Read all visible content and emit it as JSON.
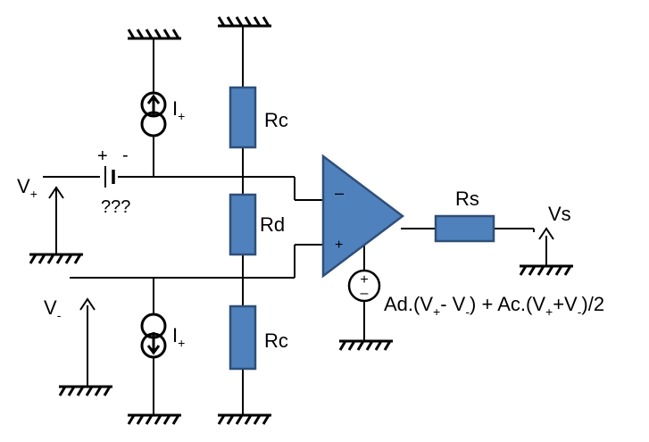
{
  "components": {
    "rc_top": "Rc",
    "rd": "Rd",
    "rc_bottom": "Rc",
    "rs": "Rs",
    "i_top_main": "I",
    "i_top_sub": "+",
    "i_bottom_main": "I",
    "i_bottom_sub": "+",
    "battery_plus": "+",
    "battery_minus": "-",
    "battery_unknown": "???"
  },
  "signals": {
    "vplus_main": "V",
    "vplus_sub": "+",
    "vminus_main": "V",
    "vminus_sub": "-",
    "vs": "Vs"
  },
  "opamp": {
    "inv_sign": "–",
    "noninv_sign": "+"
  },
  "source": {
    "plus": "+",
    "minus": "–"
  },
  "formula": {
    "p1": "Ad.(V",
    "s1": "+",
    "p2": "- V",
    "s2": "-",
    "p3": ") + Ac.(V",
    "s3": "+",
    "p4": "+V",
    "s4": "-",
    "p5": ")/2"
  },
  "colors": {
    "component_fill": "#4f81bd",
    "component_stroke": "#2f4f78"
  }
}
